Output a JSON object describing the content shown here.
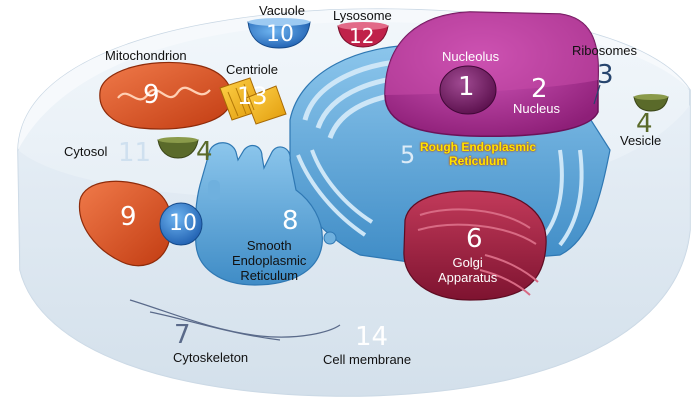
{
  "labels": {
    "vacuole": "Vacuole",
    "lysosome": "Lysosome",
    "mitochondrion": "Mitochondrion",
    "centriole": "Centriole",
    "ribosomes": "Ribosomes",
    "nucleolus": "Nucleolus",
    "nucleus": "Nucleus",
    "vesicle": "Vesicle",
    "cytosol": "Cytosol",
    "rough_er_line1": "Rough Endoplasmic",
    "rough_er_line2": "Reticulum",
    "smooth_er_line1": "Smooth",
    "smooth_er_line2": "Endoplasmic",
    "smooth_er_line3": "Reticulum",
    "golgi_line1": "Golgi",
    "golgi_line2": "Apparatus",
    "cytoskeleton": "Cytoskeleton",
    "cell_membrane": "Cell membrane"
  },
  "numbers": {
    "nucleolus": "1",
    "nucleus": "2",
    "ribosomes": "3",
    "vesicle_right": "4",
    "vesicle_left": "4",
    "rough_er": "5",
    "golgi": "6",
    "cytoskeleton": "7",
    "smooth_er": "8",
    "mitochondrion_top": "9",
    "mitochondrion_left": "9",
    "vacuole_top": "10",
    "vacuole_left": "10",
    "cytosol": "11",
    "lysosome": "12",
    "centriole": "13",
    "cell_membrane": "14"
  },
  "colors": {
    "cell_body": "#e3edf6",
    "cell_top": "#eef4fa",
    "er": "#5aa6d8",
    "nucleus": "#b5309a",
    "golgi": "#a3203f",
    "mitochondrion": "#d84e1f",
    "vacuole": "#3a86d6",
    "lysosome": "#c0224a",
    "centriole": "#f0b21a",
    "vesicle": "#5a6a2a",
    "num_dark_blue": "#27456e",
    "num_green": "#5a6a2a",
    "num_light": "#cfe0ef",
    "rer_label": "#ffe600"
  }
}
